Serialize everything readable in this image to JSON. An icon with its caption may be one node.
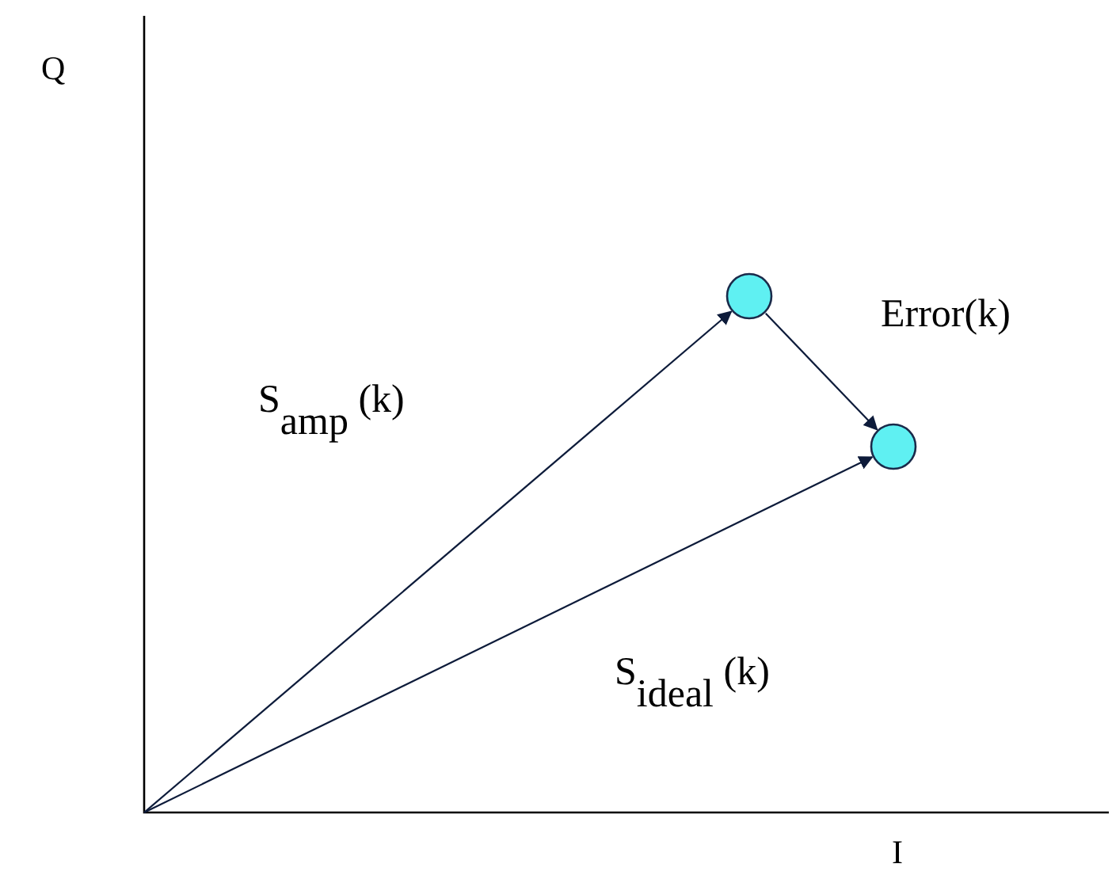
{
  "diagram": {
    "nodes": [
      {
        "text": [],
        "shape": "circle"
      },
      {
        "text": [],
        "shape": "circle"
      }
    ],
    "edges": [
      {
        "from": null,
        "to": 0,
        "arrow": "to",
        "label": "S$_{amp}$ (k)"
      },
      {
        "from": null,
        "to": 1,
        "arrow": "to",
        "label": "S$_{ideal}$ (k)"
      },
      {
        "from": 0,
        "to": 1,
        "arrow": "to",
        "label": "Error(k)"
      }
    ],
    "labels": [
      "Q",
      "I"
    ]
  }
}
